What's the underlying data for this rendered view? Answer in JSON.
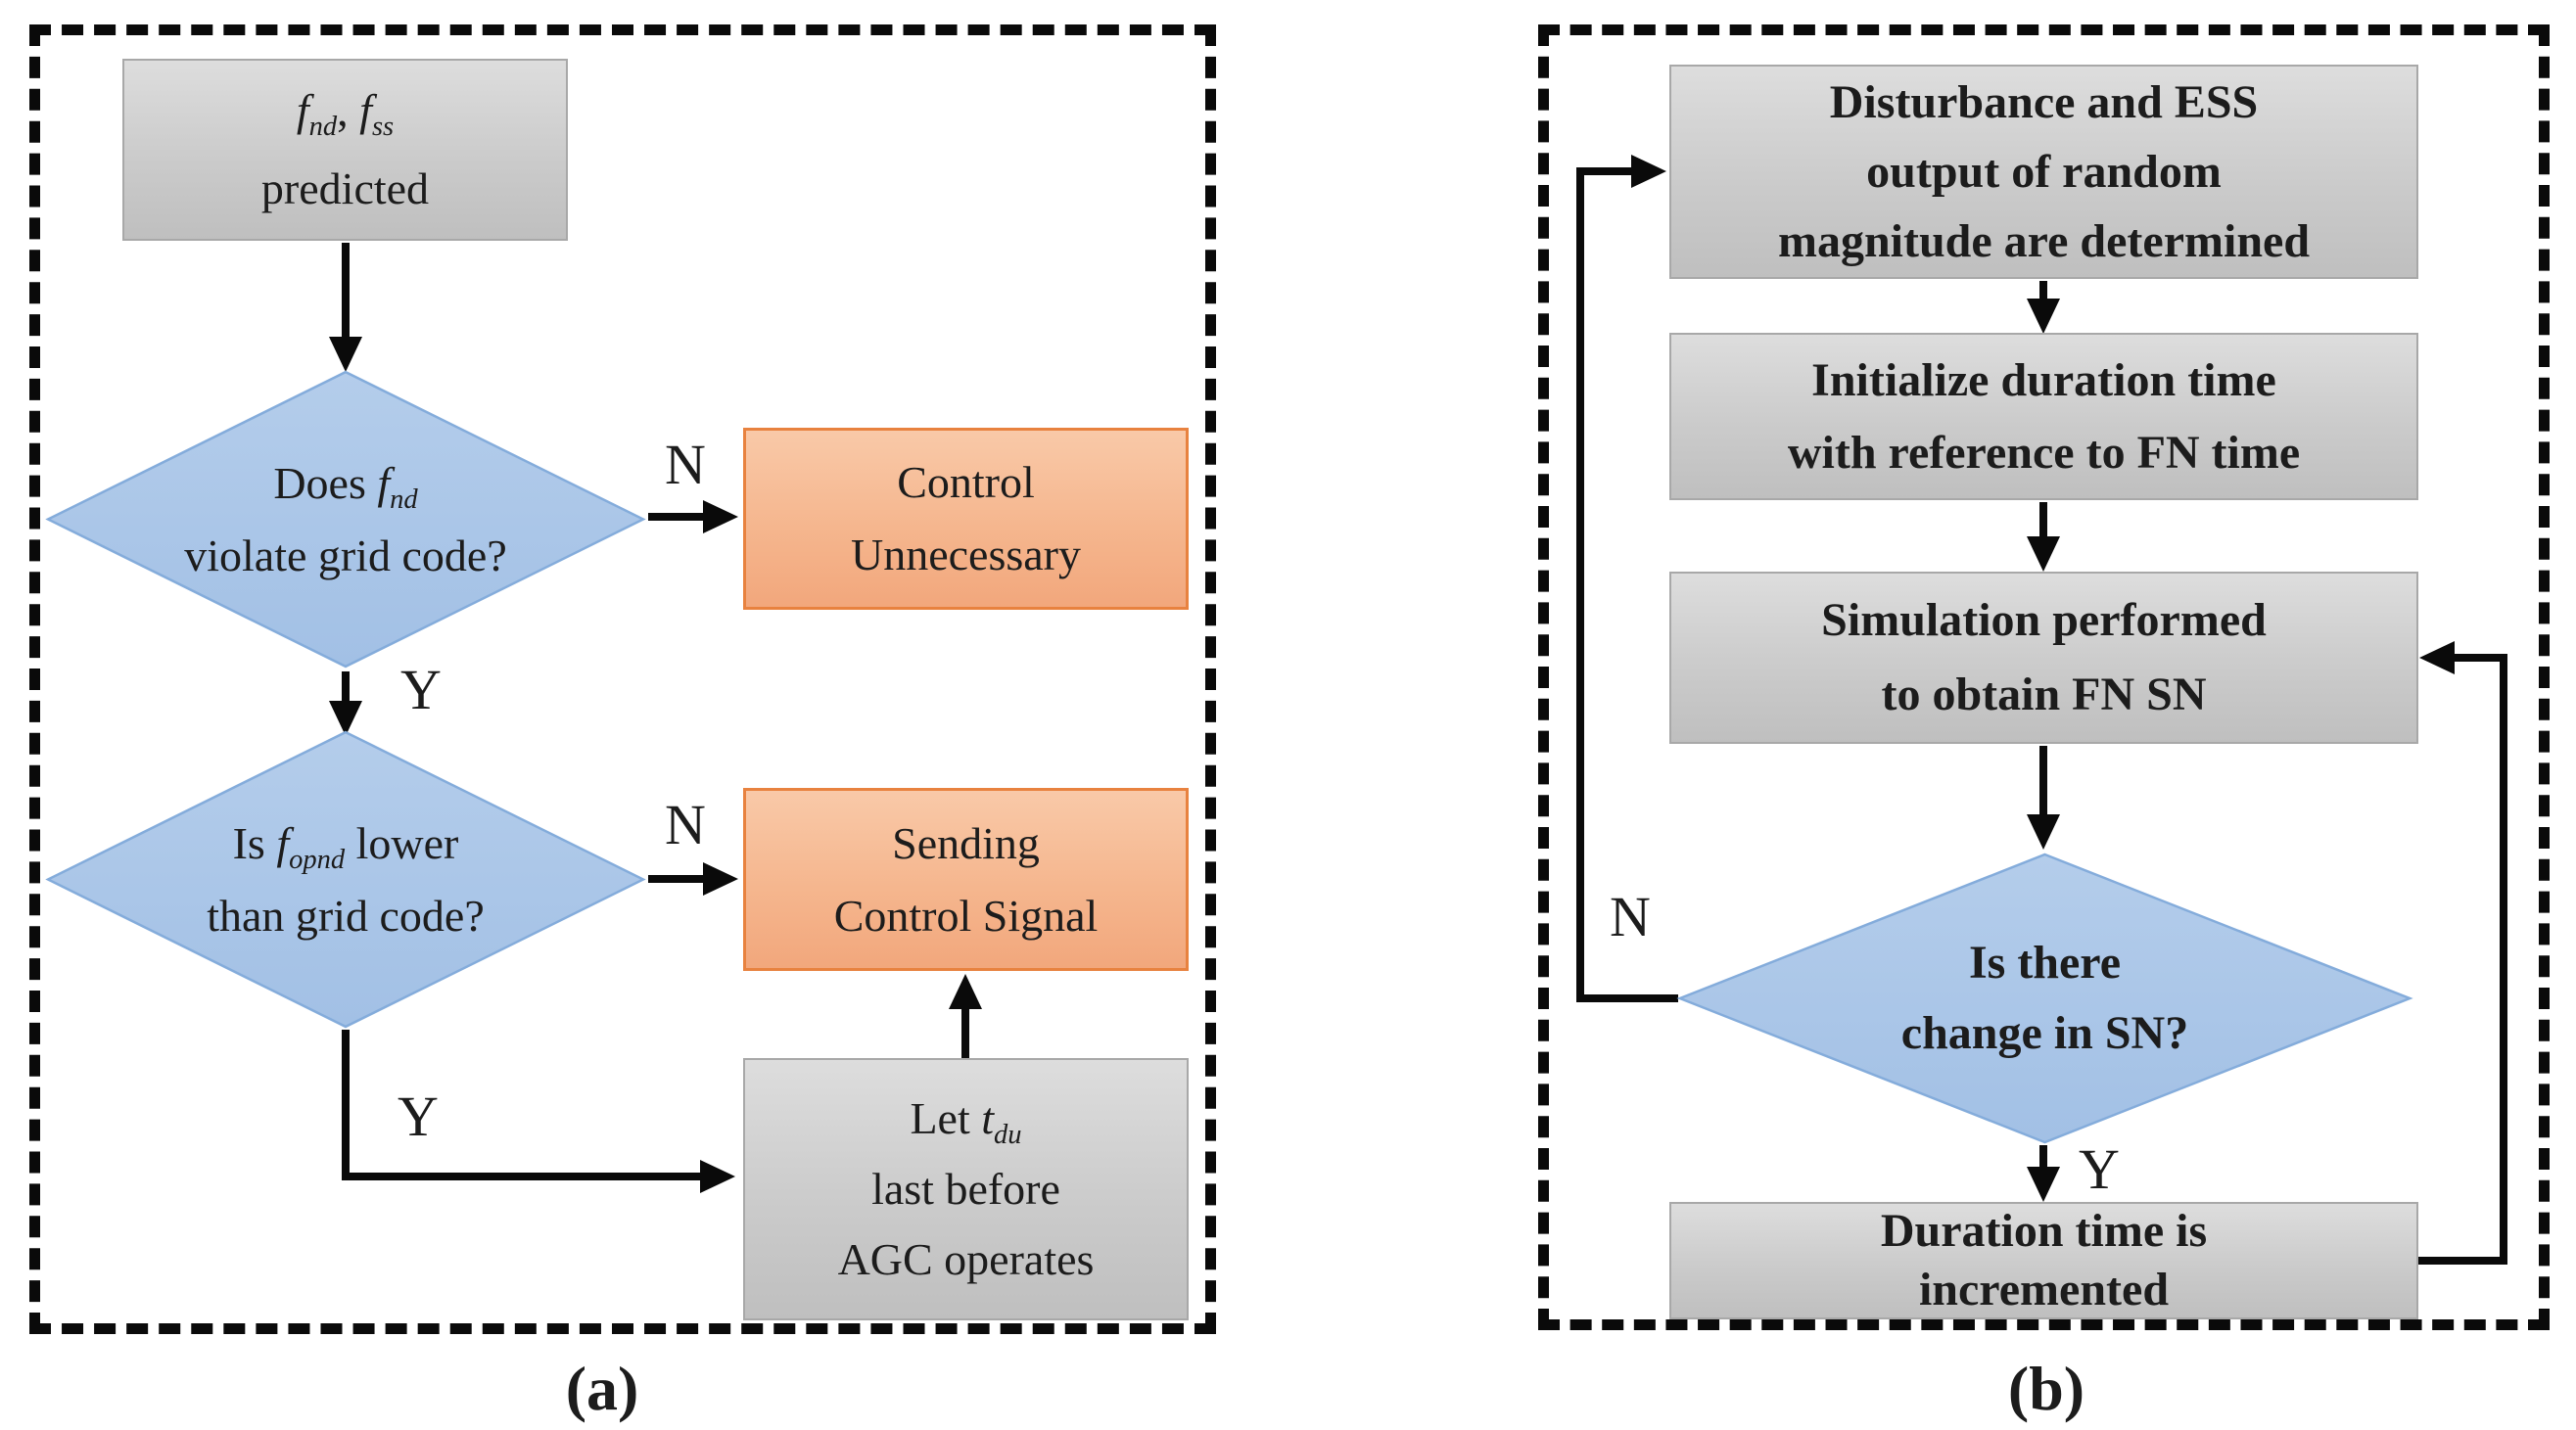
{
  "figure": {
    "panel_a": {
      "label": "(a)",
      "start_box": {
        "var1": "f",
        "var1_sub": "nd",
        "separator": ", ",
        "var2": "f",
        "var2_sub": "ss",
        "line2": "predicted"
      },
      "decision1": {
        "pre": "Does ",
        "var": "f",
        "var_sub": "nd",
        "line2": "violate grid code?"
      },
      "decision1_no": "N",
      "decision1_yes": "Y",
      "control_unnecessary": {
        "line1": "Control",
        "line2": "Unnecessary"
      },
      "decision2": {
        "pre": "Is ",
        "var": "f",
        "var_sub": "opnd",
        "post": " lower",
        "line2": "than grid code?"
      },
      "decision2_no": "N",
      "decision2_yes": "Y",
      "sending_signal": {
        "line1": "Sending",
        "line2": "Control Signal"
      },
      "let_box": {
        "pre": "Let ",
        "var": "t",
        "var_sub": "du",
        "line2": "last before",
        "line3": "AGC operates"
      }
    },
    "panel_b": {
      "label": "(b)",
      "box1": {
        "line1": "Disturbance and ESS",
        "line2": "output of random",
        "line3": "magnitude are determined"
      },
      "box2": {
        "line1": "Initialize duration time",
        "line2": "with reference to FN time"
      },
      "box3": {
        "line1": "Simulation performed",
        "line2": "to obtain FN SN"
      },
      "decision": {
        "line1": "Is there",
        "line2": "change in SN?"
      },
      "decision_no": "N",
      "decision_yes": "Y",
      "box4": {
        "line1": "Duration time is",
        "line2": "incremented"
      }
    },
    "colors": {
      "process_fill_top": "#dddddd",
      "process_fill_bottom": "#bfbfbf",
      "process_border": "#a8a8a8",
      "decision_fill": "#aac5e8",
      "decision_border": "#84acdb",
      "terminal_fill_top": "#f9c9a8",
      "terminal_fill_bottom": "#f2a77c",
      "terminal_border": "#e8823f",
      "line": "#0a0a0a"
    }
  }
}
